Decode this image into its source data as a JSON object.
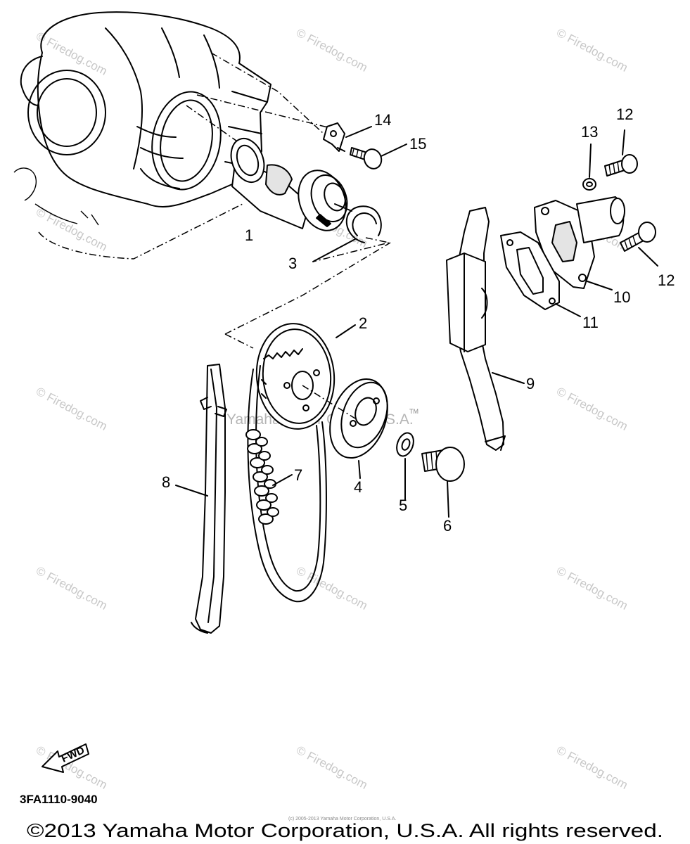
{
  "part_numbers": {
    "p1": "1",
    "p2": "2",
    "p3": "3",
    "p4": "4",
    "p5": "5",
    "p6": "6",
    "p7": "7",
    "p8": "8",
    "p9": "9",
    "p10": "10",
    "p11": "11",
    "p12a": "12",
    "p12b": "12",
    "p13": "13",
    "p14": "14",
    "p15": "15"
  },
  "watermark": {
    "tile": "© Firedog.com",
    "center": "Yamaha Motor Corp., U.S.A.",
    "tm": "TM"
  },
  "fwd_label": "FWD",
  "diagram_code": "3FA1110-9040",
  "tiny_copyright": "(c) 2005-2013 Yamaha Motor Corporation, U.S.A.",
  "copyright": "©2013 Yamaha Motor Corporation, U.S.A. All rights reserved."
}
